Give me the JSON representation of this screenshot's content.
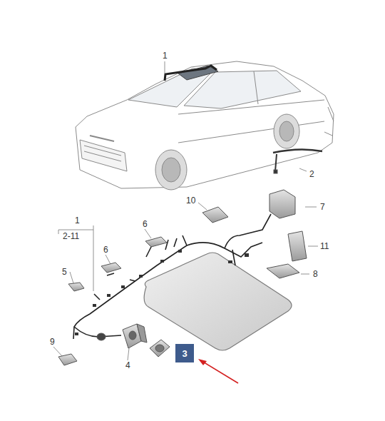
{
  "diagram": {
    "nodes": [
      {
        "text": [
          "3"
        ]
      }
    ],
    "labels": [
      "1",
      "2",
      "10",
      "7",
      "1",
      "6",
      "2-11",
      "11",
      "6",
      "5",
      "8",
      "9",
      "4"
    ]
  }
}
